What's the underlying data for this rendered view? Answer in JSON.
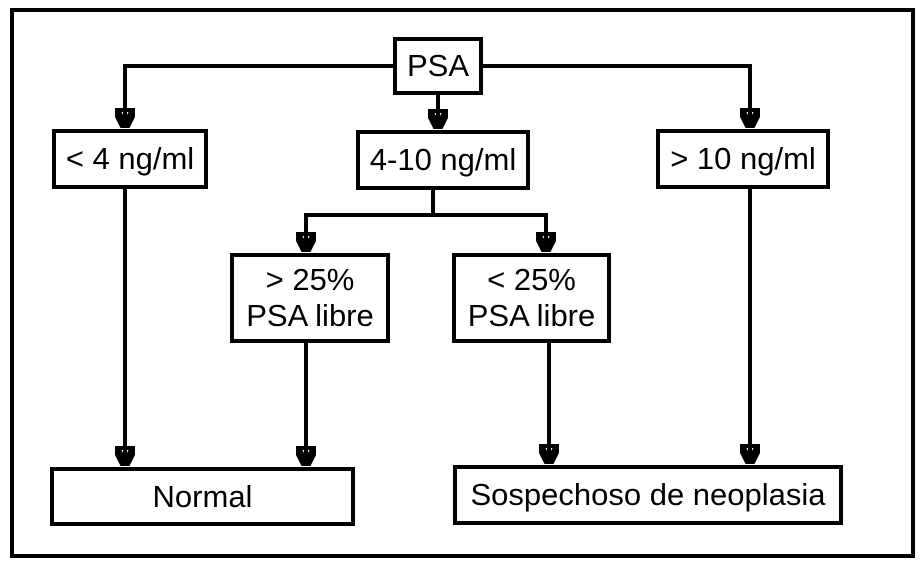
{
  "colors": {
    "line": "#000000",
    "background": "#ffffff",
    "text": "#000000"
  },
  "flowchart": {
    "nodes": {
      "psa": {
        "label": "PSA"
      },
      "psa_lt4": {
        "label": "< 4 ng/ml"
      },
      "psa_4_10": {
        "label": "4-10 ng/ml"
      },
      "psa_gt10": {
        "label": "> 10 ng/ml"
      },
      "free_gt25": {
        "line1": "> 25%",
        "line2": "PSA libre"
      },
      "free_lt25": {
        "line1": "< 25%",
        "line2": "PSA libre"
      },
      "normal": {
        "label": "Normal"
      },
      "neoplasia": {
        "label": "Sospechoso de neoplasia"
      }
    },
    "edges": [
      {
        "from": "psa",
        "to": "psa_lt4"
      },
      {
        "from": "psa",
        "to": "psa_4_10"
      },
      {
        "from": "psa",
        "to": "psa_gt10"
      },
      {
        "from": "psa_4_10",
        "to": "free_gt25"
      },
      {
        "from": "psa_4_10",
        "to": "free_lt25"
      },
      {
        "from": "psa_lt4",
        "to": "normal"
      },
      {
        "from": "free_gt25",
        "to": "normal"
      },
      {
        "from": "free_lt25",
        "to": "neoplasia"
      },
      {
        "from": "psa_gt10",
        "to": "neoplasia"
      }
    ]
  }
}
